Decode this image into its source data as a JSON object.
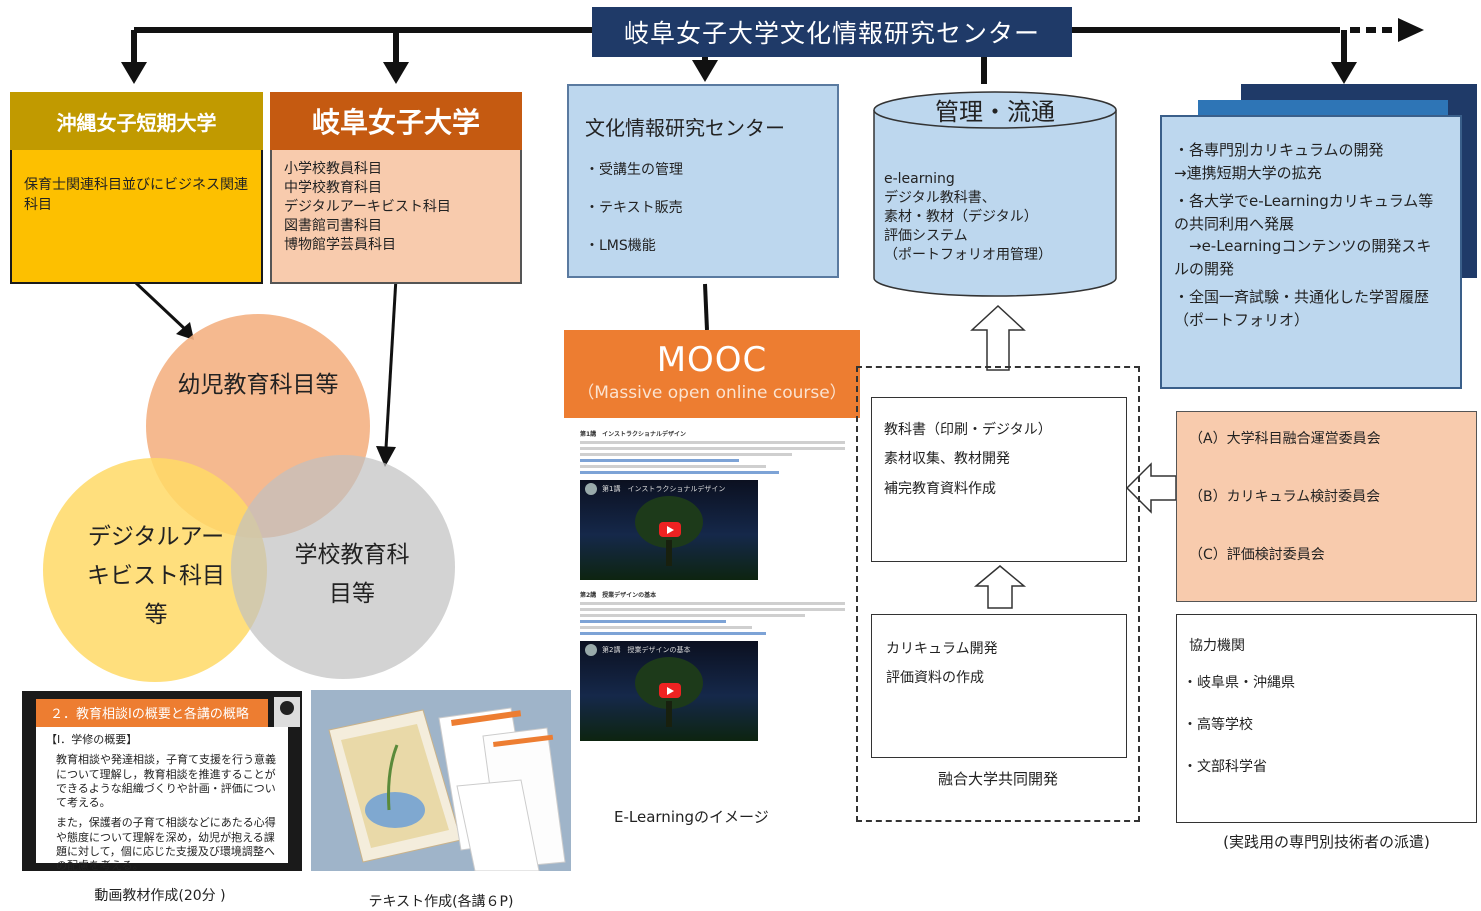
{
  "hq": {
    "title": "岐阜女子大学文化情報研究センター"
  },
  "okinawa": {
    "name": "沖縄女子短期大学",
    "subjects": "保育士関連科目並びにビジネス関連科目"
  },
  "gifu": {
    "name": "岐阜女子大学",
    "subjects": [
      "小学校教員科目",
      "中学校教育科目",
      "デジタルアーキビスト科目",
      "図書館司書科目",
      "博物館学芸員科目"
    ]
  },
  "center": {
    "title": "文化情報研究センター",
    "items": [
      "・受講生の管理",
      "・テキスト販売",
      "・LMS機能"
    ]
  },
  "database": {
    "title": "管理・流通",
    "lines": [
      "e-learning",
      "デジタル教科書、",
      "素材・教材（デジタル）",
      "評価システム",
      "（ポートフォリオ用管理）"
    ]
  },
  "mooc": {
    "title": "MOOC",
    "subtitle": "（Massive open online course）"
  },
  "elearning_image": {
    "caption": "E-Learningのイメージ",
    "lesson1": "第1講　インストラクショナルデザイン",
    "lesson2": "第2講　授業デザインの基本",
    "video1": "第1講　インストラクショナルデザイン",
    "video2": "第2講　授業デザインの基本"
  },
  "fusion": {
    "book_items": [
      "教科書（印刷・デジタル）",
      "素材収集、教材開発",
      "補完教育資料作成"
    ],
    "curriculum_items": [
      "カリキュラム開発",
      "評価資料の作成"
    ],
    "label": "融合大学共同開発"
  },
  "outcomes": {
    "items": [
      "・各専門別カリキュラムの開発\n→連携短期大学の拡充",
      "・各大学でe-Learningカリキュラム等の共同利用へ発展\n　→e-Learningコンテンツの開発スキルの開発",
      "・全国一斉試験・共通化した学習履歴（ポートフォリオ）"
    ]
  },
  "committees": [
    "（A）大学科目融合運営委員会",
    "（B）カリキュラム検討委員会",
    "（C）評価検討委員会"
  ],
  "cooperation": {
    "title": "協力機関",
    "items": [
      "・岐阜県・沖縄県",
      "・高等学校",
      "・文部科学省"
    ],
    "note": "(実践用の専門別技術者の派遣)"
  },
  "venn": {
    "top": "幼児教育科目等",
    "left": "デジタルアーキビスト科目等",
    "right": "学校教育科目等"
  },
  "video_material": {
    "caption": "動画教材作成(20分 )",
    "header": "２．教育相談Ⅰの概要と各講の概略",
    "section": "【Ⅰ．学修の概要】",
    "para1": "教育相談や発達相談，子育て支援を行う意義について理解し，教育相談を推進することができるような組織づくりや計画・評価について考える。",
    "para2": "また，保護者の子育て相談などにあたる心得や態度について理解を深め，幼児が抱える課題に対して，個に応じた支援及び環境調整への配慮を考える。"
  },
  "text_material": {
    "caption": "テキスト作成(各講６P)"
  },
  "colors": {
    "navy": "#1f3a68",
    "orange": "#ed7d31",
    "gold": "#fdc000",
    "peach": "#f8cbad",
    "lightblue": "#bdd7ee",
    "brown": "#c55a11"
  }
}
